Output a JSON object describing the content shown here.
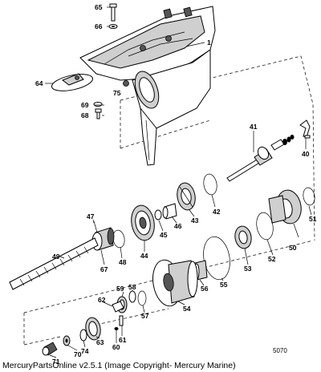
{
  "labels": {
    "p65": "65",
    "p66": "66",
    "p1": "1",
    "p64": "64",
    "p75": "75",
    "p69": "69",
    "p68": "68",
    "p41": "41",
    "p40": "40",
    "p42": "42",
    "p43": "43",
    "p46": "46",
    "p45": "45",
    "p44": "44",
    "p47": "47",
    "p67": "67",
    "p48": "48",
    "p49": "49",
    "p50": "50",
    "p51": "51",
    "p52": "52",
    "p53": "53",
    "p55": "55",
    "p56": "56",
    "p54": "54",
    "p59": "59",
    "p58": "58",
    "p57": "57",
    "p62": "62",
    "p61": "61",
    "p60": "60",
    "p63": "63",
    "p74": "74",
    "p70": "70",
    "p71": "71"
  },
  "drawing_number": "5070",
  "footer": {
    "copyright": "MercuryPartsOnline v2.5.1 (Image Copyright- Mercury Marine)"
  }
}
